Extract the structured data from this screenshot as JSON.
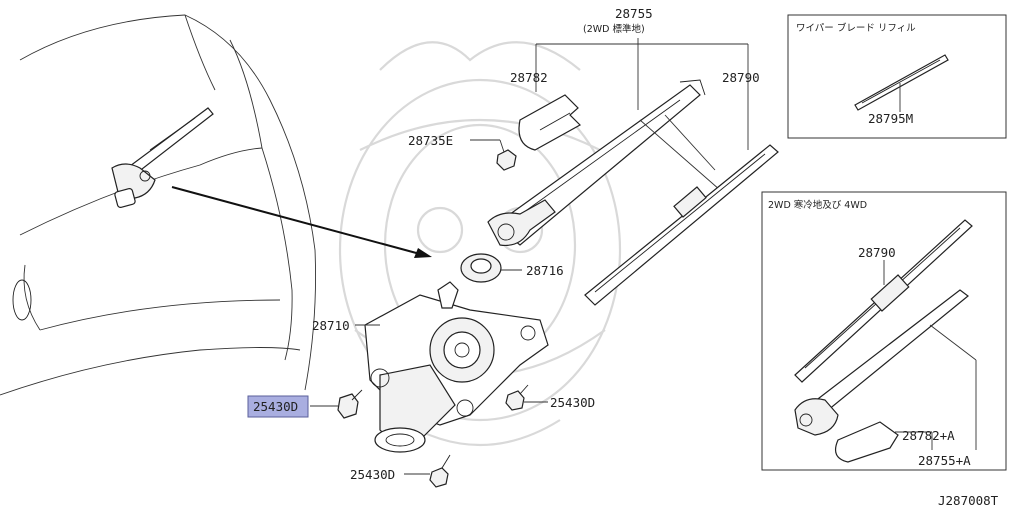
{
  "labels": {
    "group_parent": "28755",
    "group_parent_note": "(2WD 標準地)",
    "arm_cap": "28782",
    "blade": "28790",
    "nut": "28735E",
    "seal": "28716",
    "motor": "28710",
    "bolt_highlight": "25430D",
    "bolt_right": "25430D",
    "bolt_bottom": "25430D",
    "refill_title": "ワイパー ブレード リフィル",
    "refill_part": "28795M",
    "cold_title": "2WD 寒冷地及び 4WD",
    "cold_blade": "28790",
    "cold_cap": "28782+A",
    "cold_arm": "28755+A",
    "figure_code": "J287008T"
  },
  "colors": {
    "highlight_fill": "#a9aee0",
    "highlight_stroke": "#5a5f9a",
    "line": "#222222"
  }
}
